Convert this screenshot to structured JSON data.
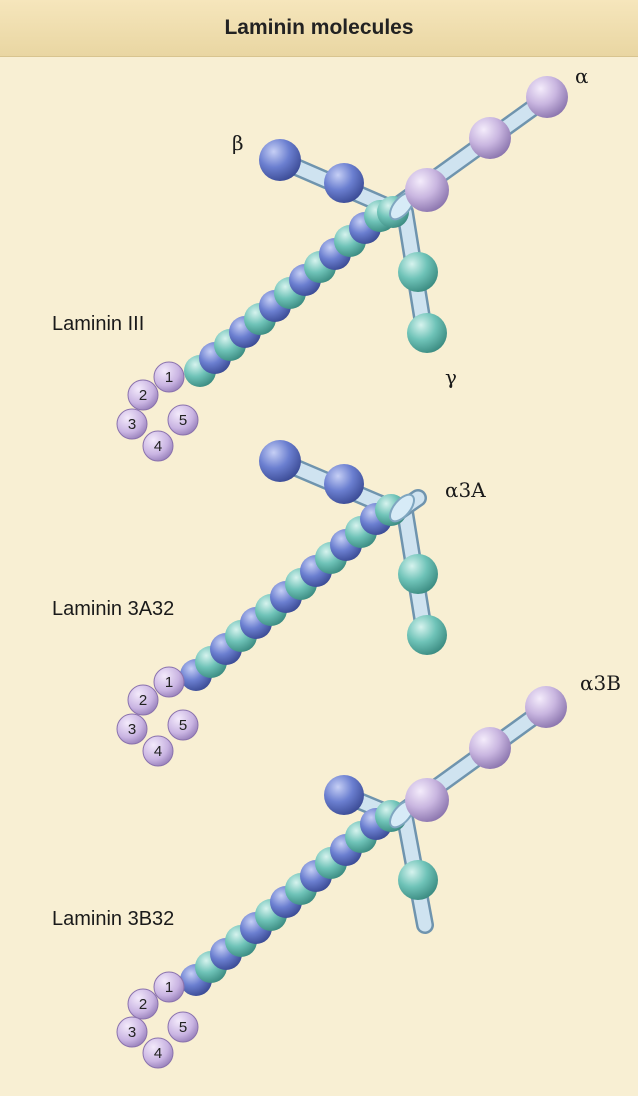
{
  "header": {
    "title": "Laminin molecules"
  },
  "molecules": [
    {
      "name": "Laminin III",
      "chain_labels": {
        "alpha": "α",
        "beta": "β",
        "gamma": "γ"
      }
    },
    {
      "name": "Laminin 3A32",
      "chain_labels": {
        "alpha": "α3A"
      }
    },
    {
      "name": "Laminin 3B32",
      "chain_labels": {
        "alpha": "α3B"
      }
    }
  ],
  "globular_domains": [
    "1",
    "2",
    "3",
    "4",
    "5"
  ],
  "colors": {
    "alpha_chain": "#c9b6e0",
    "beta_chain": "#6b7fd0",
    "gamma_chain": "#6fc3b8",
    "rod": "#b8d6e8",
    "background": "#f8efd3"
  }
}
